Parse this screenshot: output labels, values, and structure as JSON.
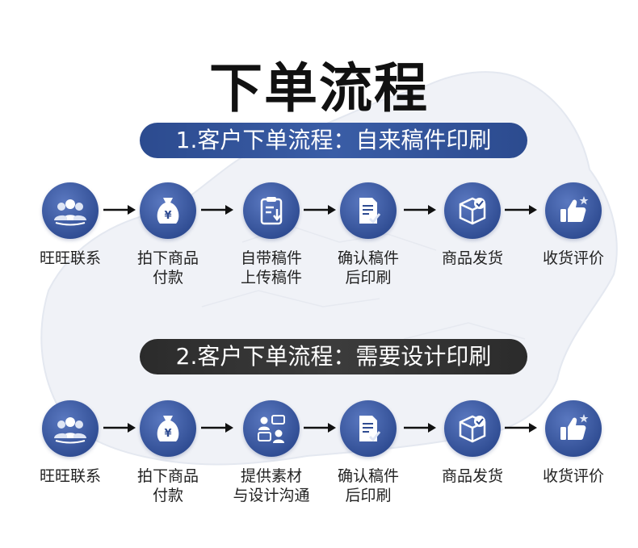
{
  "page_title": "下单流程",
  "sections": [
    {
      "banner": "1.客户下单流程：自来稿件印刷",
      "steps": [
        {
          "icon": "people-icon",
          "line1": "旺旺联系",
          "line2": ""
        },
        {
          "icon": "money-bag-icon",
          "line1": "拍下商品",
          "line2": "付款"
        },
        {
          "icon": "clipboard-download-icon",
          "line1": "自带稿件",
          "line2": "上传稿件"
        },
        {
          "icon": "document-check-icon",
          "line1": "确认稿件",
          "line2": "后印刷"
        },
        {
          "icon": "package-check-icon",
          "line1": "商品发货",
          "line2": ""
        },
        {
          "icon": "thumbs-up-icon",
          "line1": "收货评价",
          "line2": ""
        }
      ]
    },
    {
      "banner": "2.客户下单流程：需要设计印刷",
      "steps": [
        {
          "icon": "people-icon",
          "line1": "旺旺联系",
          "line2": ""
        },
        {
          "icon": "money-bag-icon",
          "line1": "拍下商品",
          "line2": "付款"
        },
        {
          "icon": "chat-people-icon",
          "line1": "提供素材",
          "line2": "与设计沟通"
        },
        {
          "icon": "document-check-icon",
          "line1": "确认稿件",
          "line2": "后印刷"
        },
        {
          "icon": "package-check-icon",
          "line1": "商品发货",
          "line2": ""
        },
        {
          "icon": "thumbs-up-icon",
          "line1": "收货评价",
          "line2": ""
        }
      ]
    }
  ],
  "colors": {
    "banner_blue": "#2c4b8f",
    "banner_dark": "#2b2b2b",
    "icon_circle": "#2f4c92"
  }
}
